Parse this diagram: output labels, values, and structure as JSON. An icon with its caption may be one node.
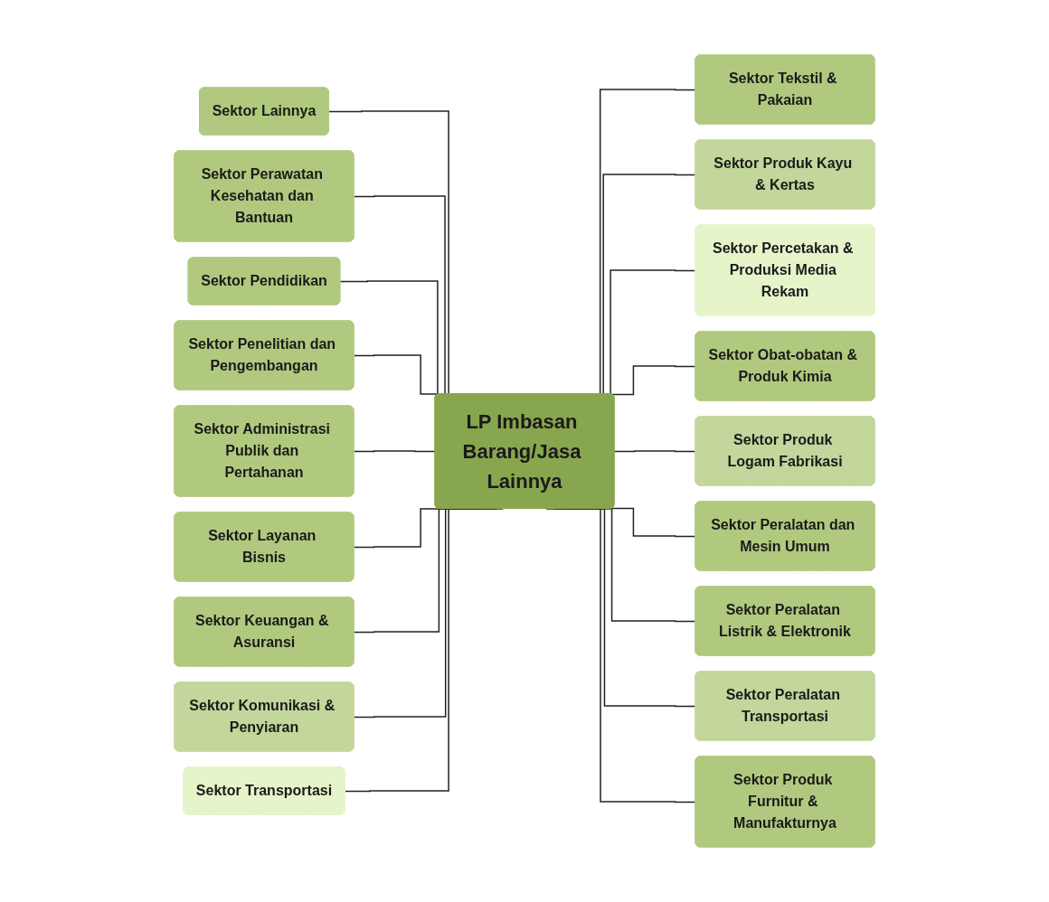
{
  "diagram": {
    "nodes": [
      {
        "text": [
          "LP Imbasan Barang/Jasa Lainnya"
        ]
      },
      {
        "text": [
          "Sektor Lainnya"
        ]
      },
      {
        "text": [
          "Sektor Perawatan Kesehatan dan Bantuan"
        ]
      },
      {
        "text": [
          "Sektor Pendidikan"
        ]
      },
      {
        "text": [
          "Sektor Penelitian dan Pengembangan"
        ]
      },
      {
        "text": [
          "Sektor Administrasi Publik dan Pertahanan"
        ]
      },
      {
        "text": [
          "Sektor Layanan Bisnis"
        ]
      },
      {
        "text": [
          "Sektor Keuangan & Asuransi"
        ]
      },
      {
        "text": [
          "Sektor Komunikasi & Penyiaran"
        ]
      },
      {
        "text": [
          "Sektor Transportasi"
        ]
      },
      {
        "text": [
          "Sektor Tekstil & Pakaian"
        ]
      },
      {
        "text": [
          "Sektor Produk Kayu & Kertas"
        ]
      },
      {
        "text": [
          "Sektor Percetakan & Produksi Media Rekam"
        ]
      },
      {
        "text": [
          "Sektor Obat-obatan & Produk Kimia"
        ]
      },
      {
        "text": [
          "Sektor Produk Logam Fabrikasi"
        ]
      },
      {
        "text": [
          "Sektor Peralatan dan Mesin Umum"
        ]
      },
      {
        "text": [
          "Sektor Peralatan Listrik & Elektronik"
        ]
      },
      {
        "text": [
          "Sektor Peralatan Transportasi"
        ]
      },
      {
        "text": [
          "Sektor Produk Furnitur & Manufakturnya"
        ]
      }
    ],
    "edges": [
      {
        "from": 1,
        "to": 0,
        "arrow": "none"
      },
      {
        "from": 2,
        "to": 0,
        "arrow": "none"
      },
      {
        "from": 3,
        "to": 0,
        "arrow": "none"
      },
      {
        "from": 4,
        "to": 0,
        "arrow": "none"
      },
      {
        "from": 5,
        "to": 0,
        "arrow": "none"
      },
      {
        "from": 6,
        "to": 0,
        "arrow": "none"
      },
      {
        "from": 7,
        "to": 0,
        "arrow": "none"
      },
      {
        "from": 8,
        "to": 0,
        "arrow": "none"
      },
      {
        "from": 9,
        "to": 0,
        "arrow": "none"
      },
      {
        "from": 0,
        "to": 10,
        "arrow": "none"
      },
      {
        "from": 0,
        "to": 11,
        "arrow": "none"
      },
      {
        "from": 0,
        "to": 12,
        "arrow": "none"
      },
      {
        "from": 0,
        "to": 13,
        "arrow": "none"
      },
      {
        "from": 0,
        "to": 14,
        "arrow": "none"
      },
      {
        "from": 0,
        "to": 15,
        "arrow": "none"
      },
      {
        "from": 0,
        "to": 16,
        "arrow": "none"
      },
      {
        "from": 0,
        "to": 17,
        "arrow": "none"
      },
      {
        "from": 0,
        "to": 18,
        "arrow": "none"
      }
    ]
  }
}
